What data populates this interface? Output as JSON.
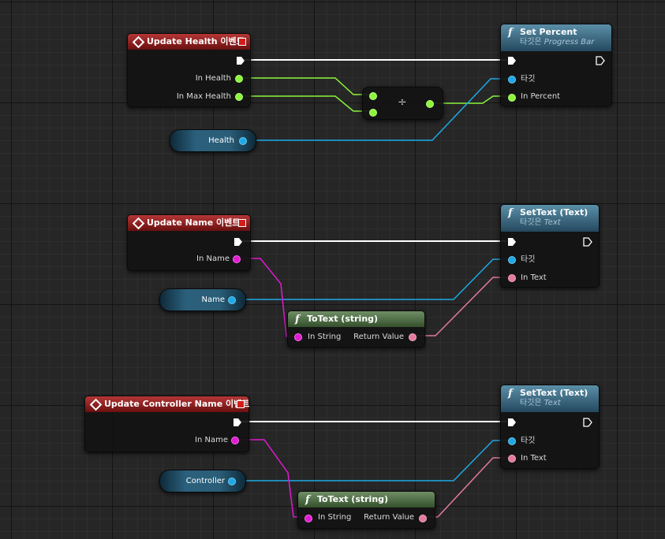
{
  "event_health": {
    "title": "Update Health 이벤트",
    "pins": [
      "In Health",
      "In Max Health"
    ]
  },
  "event_name": {
    "title": "Update Name 이벤트",
    "pins": [
      "In Name"
    ]
  },
  "event_controller": {
    "title": "Update Controller Name 이벤트",
    "pins": [
      "In Name"
    ]
  },
  "set_percent": {
    "title": "Set Percent",
    "target_prefix": "타깃은",
    "target_type": "Progress Bar",
    "pins": [
      "타깃",
      "In Percent"
    ]
  },
  "set_text_1": {
    "title": "SetText (Text)",
    "target_prefix": "타깃은",
    "target_type": "Text",
    "pins": [
      "타깃",
      "In Text"
    ]
  },
  "set_text_2": {
    "title": "SetText (Text)",
    "target_prefix": "타깃은",
    "target_type": "Text",
    "pins": [
      "타깃",
      "In Text"
    ]
  },
  "divide": {
    "symbol": "÷"
  },
  "totext_1": {
    "title": "ToText (string)",
    "in_pin": "In String",
    "out_pin": "Return Value"
  },
  "totext_2": {
    "title": "ToText (string)",
    "in_pin": "In String",
    "out_pin": "Return Value"
  },
  "variables": {
    "health": "Health",
    "name": "Name",
    "controller": "Controller"
  },
  "wire_colors": {
    "exec": "#ffffff",
    "float": "#8cf53c",
    "object": "#1fa8e6",
    "string": "#e01bd0",
    "text": "#e37aa0"
  }
}
